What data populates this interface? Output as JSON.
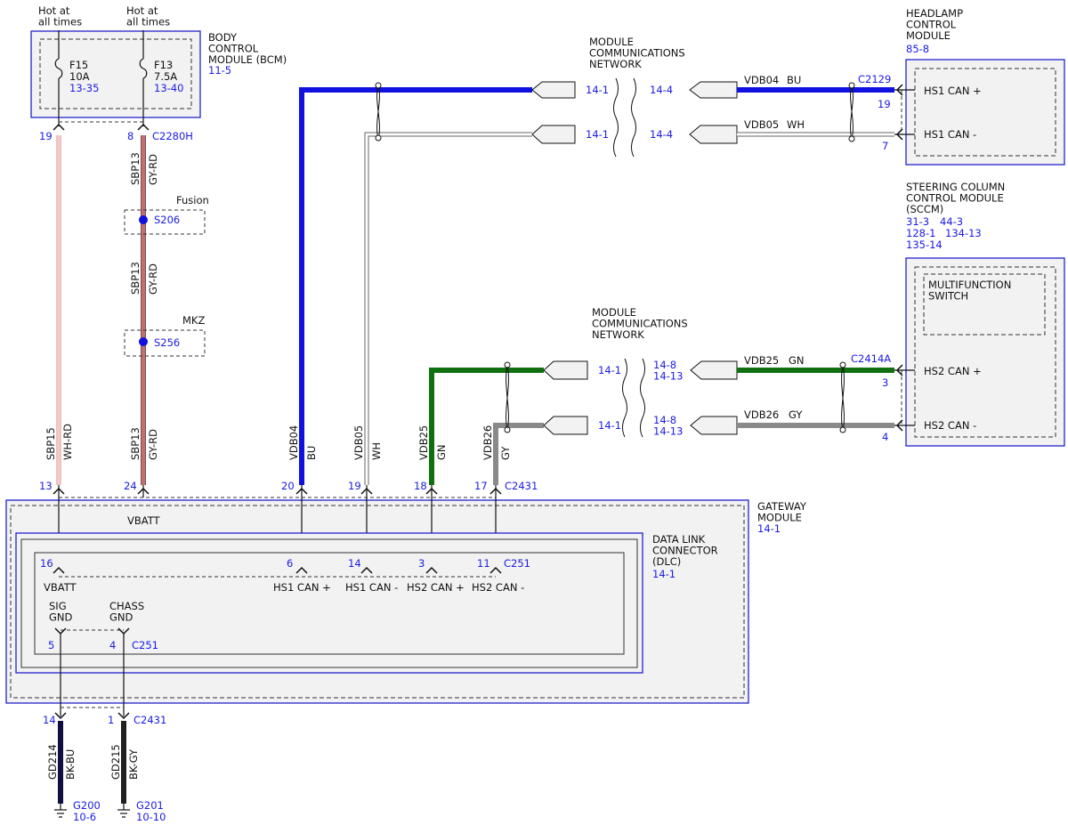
{
  "colors": {
    "blue_text": "#1a1ae6",
    "module_border": "#2222cc",
    "module_fill": "#f2f2f2",
    "wire_blue": "#1010e0",
    "wire_green": "#107010",
    "wire_gray": "#8a8a8a",
    "wire_gy_rd": "#b07070",
    "wire_bk": "#101040"
  },
  "header": {
    "hot_at_all_times": "Hot at\nall times"
  },
  "bcm": {
    "title": "BODY\nCONTROL\nMODULE (BCM)",
    "ref": "11-5",
    "fuses": [
      {
        "name": "F15",
        "rating": "10A",
        "ref": "13-35"
      },
      {
        "name": "F13",
        "rating": "7.5A",
        "ref": "13-40"
      }
    ],
    "pins": [
      "19",
      "8"
    ],
    "connector": "C2280H"
  },
  "left_wires": {
    "sbp15": {
      "circuit": "SBP15",
      "color": "WH-RD"
    },
    "sbp13": {
      "circuit": "SBP13",
      "color": "GY-RD"
    },
    "splices": [
      {
        "label": "Fusion",
        "name": "S206"
      },
      {
        "label": "MKZ",
        "name": "S256"
      }
    ]
  },
  "networks": [
    {
      "title": "MODULE\nCOMMUNICATIONS\nNETWORK",
      "rows": [
        {
          "left": "14-1",
          "right": "14-4"
        },
        {
          "left": "14-1",
          "right": "14-4"
        }
      ]
    },
    {
      "title": "MODULE\nCOMMUNICATIONS\nNETWORK",
      "rows": [
        {
          "left": "14-1",
          "right": "14-8\n14-13"
        },
        {
          "left": "14-1",
          "right": "14-8\n14-13"
        }
      ]
    }
  ],
  "headlamp": {
    "title": "HEADLAMP\nCONTROL\nMODULE",
    "ref": "85-8",
    "connector": "C2129",
    "pins": [
      {
        "num": "19",
        "label": "HS1 CAN +",
        "circuit": "VDB04",
        "color": "BU"
      },
      {
        "num": "7",
        "label": "HS1 CAN -",
        "circuit": "VDB05",
        "color": "WH"
      }
    ]
  },
  "sccm": {
    "title": "STEERING COLUMN\nCONTROL MODULE\n(SCCM)",
    "refs": [
      "31-3",
      "44-3",
      "128-1",
      "134-13",
      "135-14"
    ],
    "inner_title": "MULTIFUNCTION\nSWITCH",
    "connector": "C2414A",
    "pins": [
      {
        "num": "3",
        "label": "HS2 CAN +",
        "circuit": "VDB25",
        "color": "GN"
      },
      {
        "num": "4",
        "label": "HS2 CAN -",
        "circuit": "VDB26",
        "color": "GY"
      }
    ]
  },
  "gateway": {
    "title": "GATEWAY\nMODULE",
    "ref": "14-1",
    "vbatt": "VBATT",
    "connector": "C2431",
    "top_pins": [
      {
        "num": "13",
        "circuit": "SBP15",
        "color": "WH-RD"
      },
      {
        "num": "24",
        "circuit": "SBP13",
        "color": "GY-RD"
      },
      {
        "num": "20",
        "circuit": "VDB04",
        "color": "BU"
      },
      {
        "num": "19",
        "circuit": "VDB05",
        "color": "WH"
      },
      {
        "num": "18",
        "circuit": "VDB25",
        "color": "GN"
      },
      {
        "num": "17",
        "circuit": "VDB26",
        "color": "GY"
      }
    ],
    "bottom_pins": [
      {
        "num": "14",
        "circuit": "GD214",
        "color": "BK-BU",
        "ground": "G200",
        "ref": "10-6"
      },
      {
        "num": "1",
        "circuit": "GD215",
        "color": "BK-GY",
        "ground": "G201",
        "ref": "10-10"
      }
    ]
  },
  "dlc": {
    "title": "DATA LINK\nCONNECTOR\n(DLC)",
    "ref": "14-1",
    "connector": "C251",
    "pins": [
      {
        "num": "16",
        "label": "VBATT"
      },
      {
        "num": "6",
        "label": "HS1 CAN +"
      },
      {
        "num": "14",
        "label": "HS1 CAN -"
      },
      {
        "num": "3",
        "label": "HS2 CAN +"
      },
      {
        "num": "11",
        "label": "HS2 CAN -"
      }
    ],
    "ground_pins": [
      {
        "num": "5",
        "label": "SIG\nGND"
      },
      {
        "num": "4",
        "label": "CHASS\nGND"
      }
    ]
  }
}
